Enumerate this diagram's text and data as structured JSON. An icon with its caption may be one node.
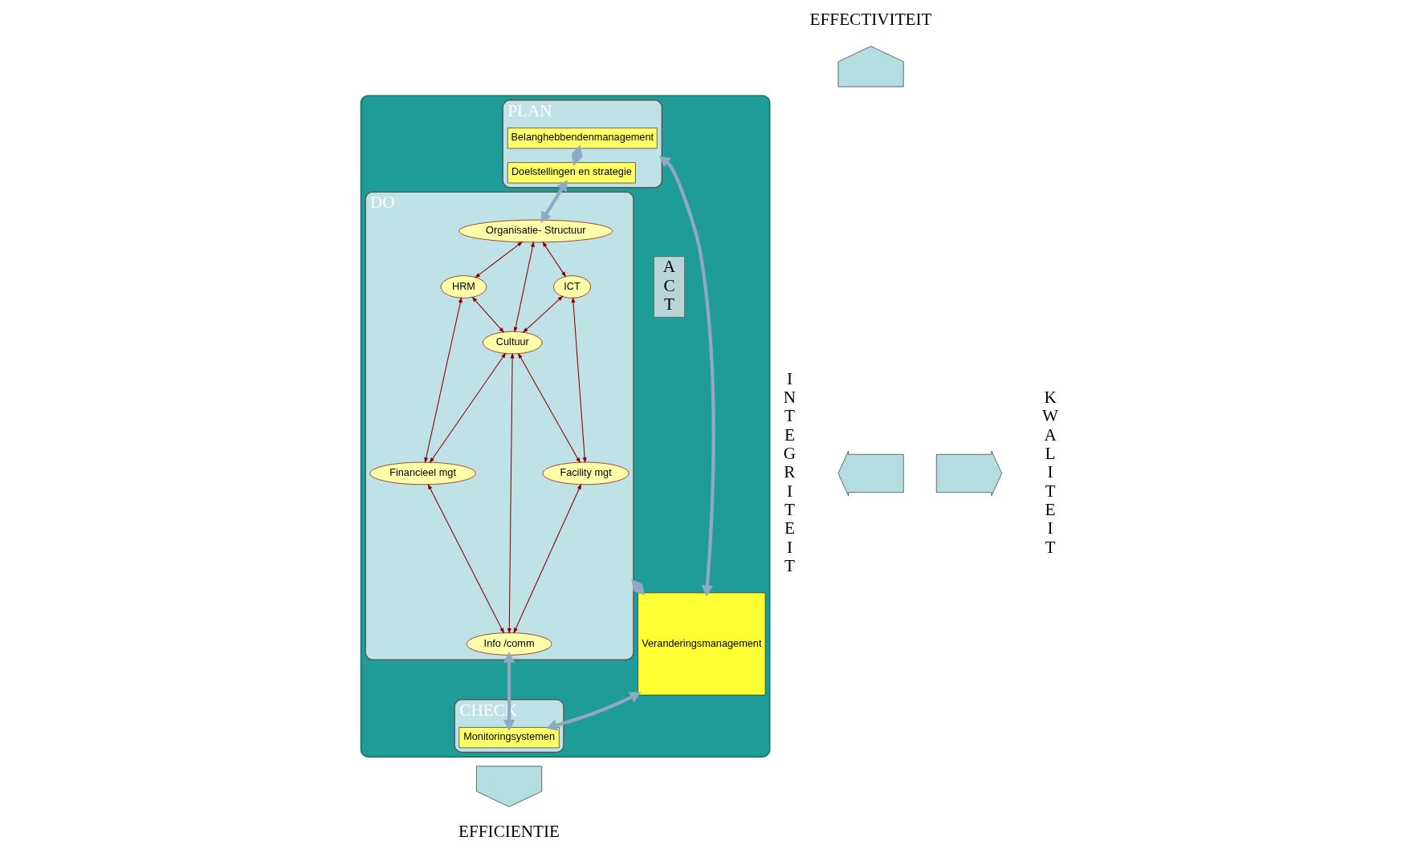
{
  "diagram": {
    "nodes": [
      {
        "text": [],
        "shape": "box"
      },
      {
        "text": [
          "PLAN"
        ],
        "in": 0
      },
      {
        "text": [
          "Belanghebbendenmanagement"
        ],
        "in": 1
      },
      {
        "text": [
          "Doelstellingen en strategie"
        ],
        "in": 1
      },
      {
        "text": [
          "DO"
        ],
        "in": 0
      },
      {
        "text": [
          "Organisatie- Structuur"
        ],
        "in": 4
      },
      {
        "text": [
          "HRM"
        ],
        "in": 4
      },
      {
        "text": [
          "ICT"
        ],
        "in": 4
      },
      {
        "text": [
          "Cultuur"
        ],
        "in": 4
      },
      {
        "text": [
          "Financieel mgt"
        ],
        "in": 4
      },
      {
        "text": [
          "Facility mgt"
        ],
        "in": 4
      },
      {
        "text": [
          "Info /comm"
        ],
        "in": 4
      },
      {
        "text": [
          "CHECK"
        ],
        "in": 0
      },
      {
        "text": [
          "Monitoringsystemen"
        ],
        "in": 12
      },
      {
        "text": [
          "A C T"
        ],
        "in": 0
      },
      {
        "text": [
          "Veranderingsmanagement"
        ],
        "in": 0
      },
      {
        "text": [],
        "shape": "arrow",
        "beside": [
          "EFFECTIVITEIT"
        ]
      },
      {
        "text": [],
        "shape": "arrow",
        "beside": [
          "I N T E G R I T E I T"
        ]
      },
      {
        "text": [],
        "shape": "arrow",
        "beside": [
          "K W A L I T E I T"
        ]
      },
      {
        "text": [],
        "shape": "arrow",
        "beside": [
          "EFFICIENTIE"
        ]
      }
    ],
    "edges": [
      {
        "from": 2,
        "to": 3,
        "arrow": "both",
        "style": "thick",
        "color": "#8fa9c4"
      },
      {
        "from": 3,
        "to": 5,
        "arrow": "both",
        "style": "thick",
        "color": "#8fa9c4"
      },
      {
        "from": 5,
        "to": 6,
        "arrow": "both"
      },
      {
        "from": 5,
        "to": 7,
        "arrow": "both"
      },
      {
        "from": 5,
        "to": 8,
        "arrow": "both"
      },
      {
        "from": 6,
        "to": 8,
        "arrow": "both"
      },
      {
        "from": 7,
        "to": 8,
        "arrow": "both"
      },
      {
        "from": 6,
        "to": 9,
        "arrow": "both"
      },
      {
        "from": 7,
        "to": 10,
        "arrow": "both"
      },
      {
        "from": 8,
        "to": 9,
        "arrow": "both"
      },
      {
        "from": 8,
        "to": 10,
        "arrow": "both"
      },
      {
        "from": 8,
        "to": 11,
        "arrow": "both"
      },
      {
        "from": 9,
        "to": 11,
        "arrow": "both"
      },
      {
        "from": 10,
        "to": 11,
        "arrow": "both"
      },
      {
        "from": 11,
        "to": 13,
        "arrow": "both",
        "style": "thick",
        "color": "#8fa9c4"
      },
      {
        "from": 1,
        "to": 15,
        "arrow": "both",
        "style": "thick",
        "color": "#8fa9c4"
      },
      {
        "from": 4,
        "to": 15,
        "arrow": "both",
        "style": "thick",
        "color": "#8fa9c4"
      },
      {
        "from": 13,
        "to": 15,
        "arrow": "both",
        "style": "thick",
        "color": "#8fa9c4"
      }
    ]
  }
}
